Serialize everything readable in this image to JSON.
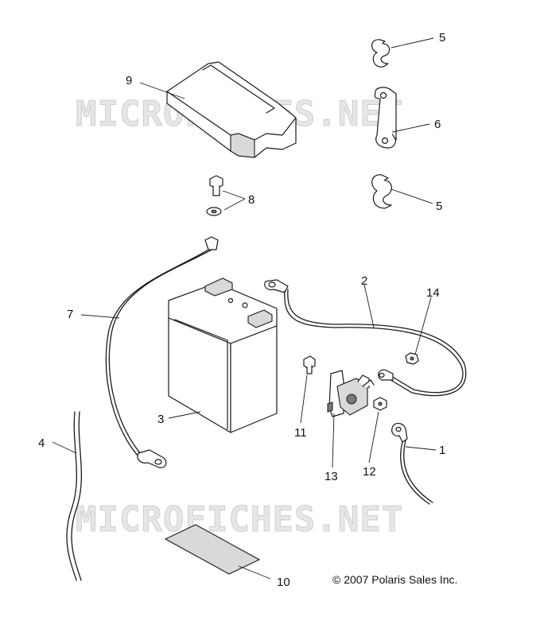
{
  "watermark": "MICROFICHES.NET",
  "copyright": "© 2007 Polaris Sales Inc.",
  "callouts": {
    "c1": "1",
    "c2": "2",
    "c3": "3",
    "c4": "4",
    "c5a": "5",
    "c5b": "5",
    "c6": "6",
    "c7": "7",
    "c8": "8",
    "c9": "9",
    "c10": "10",
    "c11": "11",
    "c12": "12",
    "c13": "13",
    "c14": "14"
  }
}
